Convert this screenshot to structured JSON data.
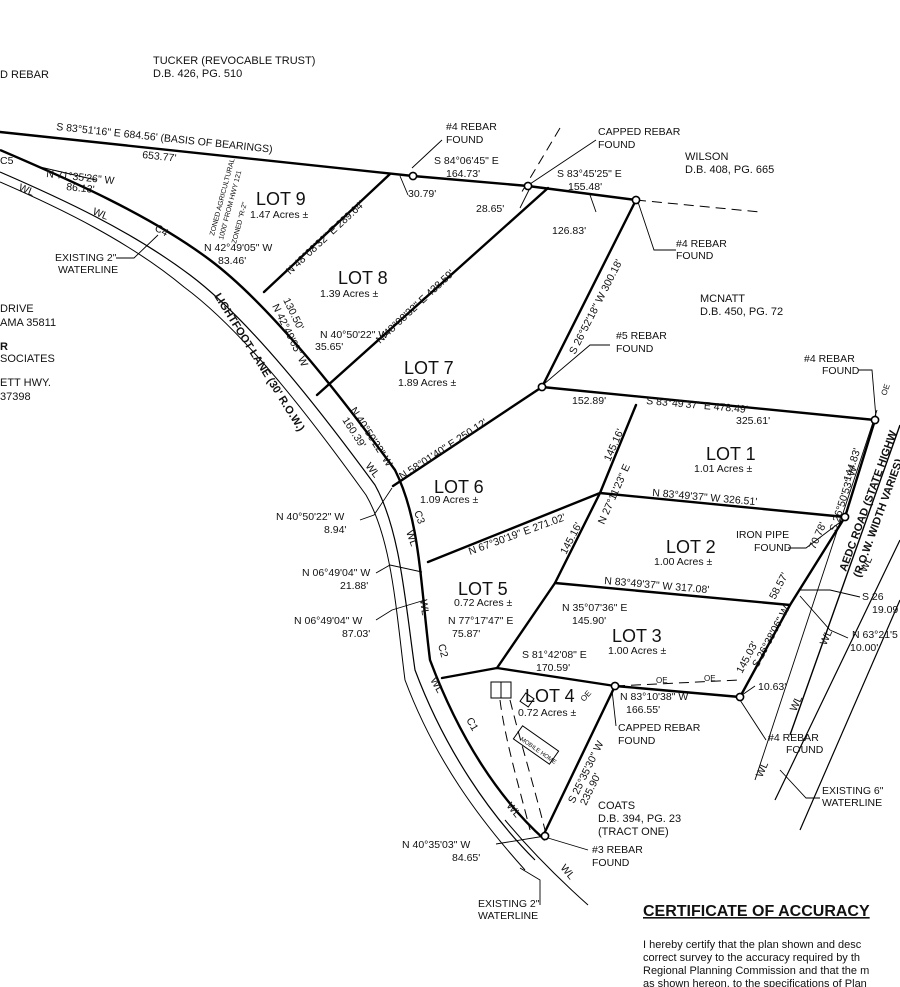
{
  "owners": {
    "tucker": "TUCKER (REVOCABLE TRUST)",
    "tucker_deed": "D.B. 426, PG. 510",
    "wilson": "WILSON",
    "wilson_deed": "D.B. 408, PG. 665",
    "mcnatt": "MCNATT",
    "mcnatt_deed": "D.B. 450, PG. 72",
    "coats": "COATS",
    "coats_deed": "D.B. 394, PG. 23",
    "coats_tract": "(TRACT ONE)"
  },
  "left_fragments": [
    "D REBAR",
    "DRIVE",
    "AMA 35811",
    "R",
    "SOCIATES",
    "ETT HWY.",
    "37398"
  ],
  "roads": {
    "lightfoot": "LIGHTFOOT LANE (30' R.O.W.)",
    "aedc": "AEDC ROAD (STATE HIGHW",
    "aedc_row": "(R.O.W. WIDTH VARIES)"
  },
  "lots": [
    {
      "name": "LOT 9",
      "acres": "1.47 Acres ±"
    },
    {
      "name": "LOT 8",
      "acres": "1.39 Acres ±"
    },
    {
      "name": "LOT 7",
      "acres": "1.89 Acres ±"
    },
    {
      "name": "LOT 6",
      "acres": "1.09 Acres ±"
    },
    {
      "name": "LOT 1",
      "acres": "1.01 Acres ±"
    },
    {
      "name": "LOT 2",
      "acres": "1.00 Acres ±"
    },
    {
      "name": "LOT 5",
      "acres": "0.72 Acres ±"
    },
    {
      "name": "LOT 3",
      "acres": "1.00 Acres ±"
    },
    {
      "name": "LOT 4",
      "acres": "0.72 Acres ±"
    }
  ],
  "calls": {
    "basis": "S 83°51'16\" E   684.56' (BASIS OF BEARINGS)",
    "basis_dist": "653.77'",
    "c1": "S 84°06'45\" E",
    "c1d": "164.73'",
    "c2": "S 83°45'25\" E",
    "c2d": "155.48'",
    "d3079": "30.79'",
    "d2865": "28.65'",
    "d12683": "126.83'",
    "w1": "N 71°35'26\" W",
    "w1d": "86.13'",
    "w2": "N 42°49'05\" W",
    "w2d": "83.46'",
    "l9": "N 48°08'32\" E  289.64'",
    "l8": "N 48°08'32\" E  438.59'",
    "l7e": "S 26°52'18\" W  300.18'",
    "l8w1": "130.50'",
    "l8w2": "N 42°49'05\" W",
    "w3": "N 40°50'22\" W",
    "w3d": "35.65'",
    "w4": "N 40°50'22\" W",
    "w4d": "160.39'",
    "l67": "N 58°01'40\" E  250.12'",
    "l1n": "S 83°49'37\" E   478.49'",
    "l1n1": "152.89'",
    "l1n2": "325.61'",
    "s1": "145.16'",
    "s2": "N 27°11'23\" E",
    "l12": "N 83°49'37\" W   326.51'",
    "d14483": "144.83'",
    "e1": "S 26°50'53\" W",
    "d7078": "70.78'",
    "l56": "N 67°30'19\" E  271.02'",
    "s3": "145.16'",
    "l23": "N 83°49'37\" W   317.08'",
    "d5857": "58.57'",
    "w5": "N 40°50'22\" W",
    "w5d": "8.94'",
    "w6": "N 06°49'04\" W",
    "w6d": "21.88'",
    "w7": "N 06°49'04\" W",
    "w7d": "87.03'",
    "w8": "N 77°17'47\" E",
    "w8d": "75.87'",
    "l35a": "N 35°07'36\" E",
    "l35b": "145.90'",
    "l34": "S 81°42'08\" E",
    "l34d": "170.59'",
    "e2": "S 26°38'06\" W",
    "d14503": "145.03'",
    "d1063": "10.63'",
    "l4n": "N 83°10'38\" W",
    "l4nd": "166.55'",
    "l4w": "S 25°35'30\" W",
    "l4wd": "235.90'",
    "w9": "N 40°35'03\" W",
    "w9d": "84.65'",
    "r1": "S 26",
    "r1d": "19.09",
    "r2": "N 63°21'5",
    "r2d": "10.00'",
    "zoning": [
      "ZONED AGRICULTURAL",
      "1000' FROM HWY 121",
      "ZONED \"R-2\""
    ]
  },
  "monuments": {
    "rebar4_top": [
      "#4 REBAR",
      "FOUND"
    ],
    "capped_top": [
      "CAPPED REBAR",
      "FOUND"
    ],
    "rebar4_right": [
      "#4 REBAR",
      "FOUND"
    ],
    "rebar5": [
      "#5 REBAR",
      "FOUND"
    ],
    "rebar4_far": [
      "#4 REBAR",
      "FOUND"
    ],
    "iron_pipe": [
      "IRON PIPE",
      "FOUND"
    ],
    "capped_bottom": [
      "CAPPED REBAR",
      "FOUND"
    ],
    "rebar4_bottom": [
      "#4 REBAR",
      "FOUND"
    ],
    "rebar3": [
      "#3 REBAR",
      "FOUND"
    ]
  },
  "utilities": {
    "wl_top": [
      "EXISTING 2\"",
      "WATERLINE"
    ],
    "wl_bottom": [
      "EXISTING 2\"",
      "WATERLINE"
    ],
    "wl_right": [
      "EXISTING 6\"",
      "WATERLINE"
    ],
    "wl": "WL",
    "oe": "OE",
    "c1": "C1",
    "c2": "C2",
    "c3": "C3",
    "c4": "C4",
    "c5": "C5",
    "mobile_home": "MOBILE HOME"
  },
  "certificate": {
    "title": "CERTIFICATE OF ACCURACY",
    "lines": [
      "I hereby certify that the plan shown and desc",
      "correct survey to the accuracy required by th",
      "Regional Planning Commission and that the m",
      "as shown hereon, to the specifications of Plan"
    ]
  }
}
